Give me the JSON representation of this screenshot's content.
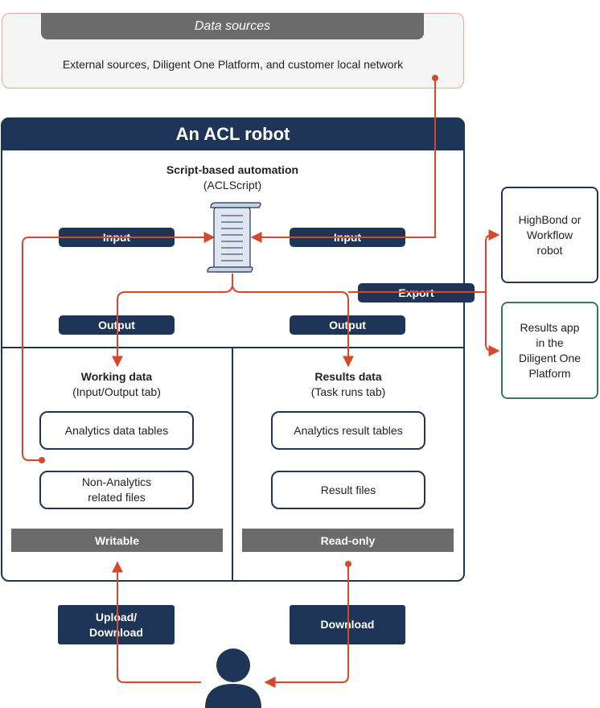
{
  "data_sources": {
    "title": "Data sources",
    "description": "External sources, Diligent One Platform, and customer local network"
  },
  "robot": {
    "title": "An ACL robot",
    "script": {
      "title": "Script-based automation",
      "subtitle": "(ACLScript)"
    },
    "input_left": "Input",
    "input_right": "Input",
    "output_left": "Output",
    "output_right": "Output",
    "export": "Export",
    "working": {
      "title": "Working data",
      "subtitle": "(Input/Output tab)",
      "card1": "Analytics data tables",
      "card2_line1": "Non-Analytics",
      "card2_line2": "related files",
      "bar": "Writable"
    },
    "results": {
      "title": "Results data",
      "subtitle": "(Task runs tab)",
      "card1": "Analytics result tables",
      "card2": "Result files",
      "bar": "Read-only"
    }
  },
  "targets": {
    "highbond": [
      "HighBond or",
      "Workflow",
      "robot"
    ],
    "results_app": [
      "Results app",
      "in the",
      "Diligent One",
      "Platform"
    ]
  },
  "user_actions": {
    "upload": [
      "Upload/",
      "Download"
    ],
    "download": "Download"
  },
  "colors": {
    "navy": "#1f3557",
    "arrow": "#d6482b",
    "gray": "#6b6b6b",
    "green": "#2e7d5b"
  },
  "icons": [
    "script-scroll-icon",
    "user-icon"
  ]
}
